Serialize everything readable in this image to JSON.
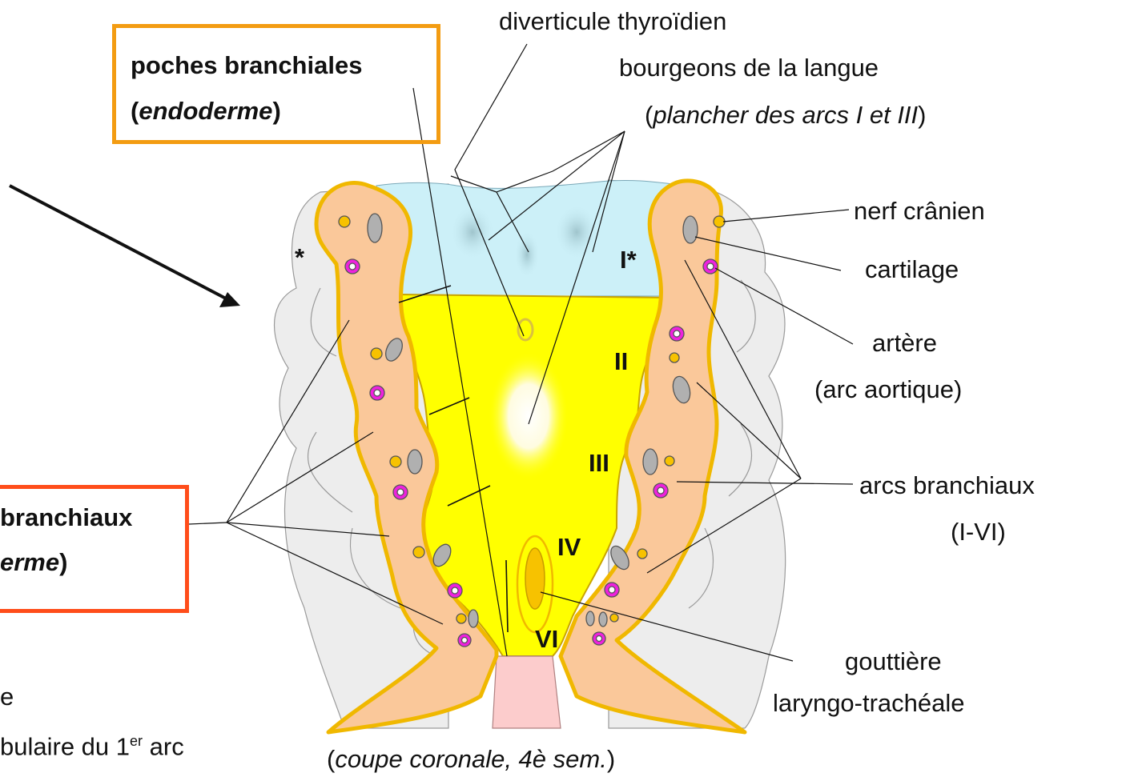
{
  "labels": {
    "diverticule": "diverticule thyroïdien",
    "bourgeons": "bourgeons de la langue",
    "plancher_open": "(",
    "plancher": "plancher des arcs I et III",
    "plancher_close": ")",
    "poches_title": "poches branchiales",
    "poches_open": "(",
    "poches_sub": "endoderme",
    "poches_close": ")",
    "nerf": "nerf crânien",
    "cartilage": "cartilage",
    "artere": "artère",
    "arc_aortique": "(arc aortique)",
    "arcs": "arcs branchiaux",
    "arcs_range": "(I-VI)",
    "gouttiere": "gouttière",
    "laryngo": "laryngo-trachéale",
    "coupe_open": "(",
    "coupe": "coupe coronale, 4è sem.",
    "coupe_close": ")",
    "left_box_title": "branchiaux",
    "left_box_sub": "erme",
    "left_box_close": ")",
    "left_bottom_1": "e",
    "left_bottom_2a": "bulaire du 1",
    "left_bottom_2sup": "er",
    "left_bottom_2b": " arc"
  },
  "arc_numerals": {
    "right_I": "I*",
    "left_star": "*",
    "II": "II",
    "III": "III",
    "IV": "IV",
    "VI": "VI"
  },
  "colors": {
    "pharynx_yellow": "#ffff00",
    "floor_blue": "#ccf0f8",
    "arc_peach": "#fac89a",
    "membrane_gold": "#f0b800",
    "surface_grey": "#ededed",
    "artery_magenta": "#ee22dd",
    "trachea_pink": "#fccccc",
    "box_poches": "#f39c12",
    "box_arcs": "#ff4d1a"
  }
}
